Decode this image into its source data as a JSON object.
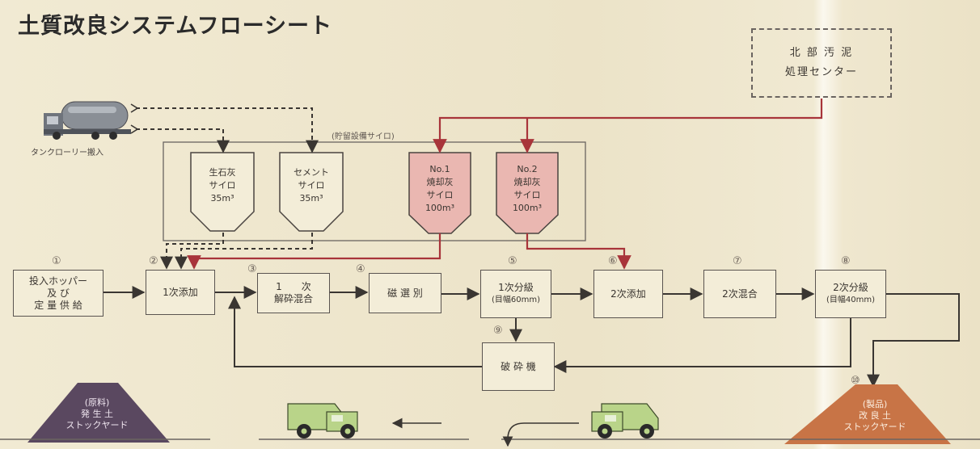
{
  "title": "土質改良システムフローシート",
  "treatment_center": {
    "line1": "北 部 汚 泥",
    "line2": "処理センター"
  },
  "storage_group_title": "(貯留設備サイロ)",
  "tank_lorry_label": "タンクローリー搬入",
  "silos": [
    {
      "line1": "生石灰",
      "line2": "サイロ",
      "line3": "35m³"
    },
    {
      "line1": "セメント",
      "line2": "サイロ",
      "line3": "35m³"
    },
    {
      "line1": "No.1",
      "line2": "焼却灰",
      "line3": "サイロ",
      "line4": "100m³"
    },
    {
      "line1": "No.2",
      "line2": "焼却灰",
      "line3": "サイロ",
      "line4": "100m³"
    }
  ],
  "steps": {
    "s1": {
      "num": "①",
      "line1": "投入ホッパー",
      "line2": "及 び",
      "line3": "定 量 供 給"
    },
    "s2": {
      "num": "②",
      "line1": "1次添加"
    },
    "s3": {
      "num": "③",
      "line1": "1　　次",
      "line2": "解砕混合"
    },
    "s4": {
      "num": "④",
      "line1": "磁 選 別"
    },
    "s5": {
      "num": "⑤",
      "line1": "1次分級",
      "line2": "(目幅60mm)"
    },
    "s6": {
      "num": "⑥",
      "line1": "2次添加"
    },
    "s7": {
      "num": "⑦",
      "line1": "2次混合"
    },
    "s8": {
      "num": "⑧",
      "line1": "2次分級",
      "line2": "(目幅40mm)"
    },
    "s9": {
      "num": "⑨",
      "line1": "破 砕 機"
    },
    "s10": {
      "num": "⑩"
    }
  },
  "raw_pile": {
    "line1": "(原料)",
    "line2": "発 生 土",
    "line3": "ストックヤード"
  },
  "product_pile": {
    "line1": "(製品)",
    "line2": "改 良 土",
    "line3": "ストックヤード"
  },
  "colors": {
    "flow_line": "#3a3632",
    "ash_line": "#a8343a",
    "ash_silo_fill": "#eab7b1",
    "raw_pile": "#5a4860",
    "product_pile": "#c87446",
    "truck": "#b9d489"
  }
}
